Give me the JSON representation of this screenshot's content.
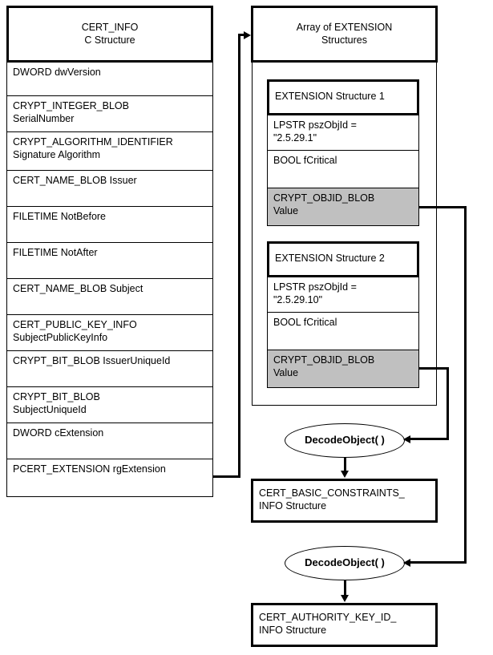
{
  "diagram": {
    "title": "CERT_INFO structure and EXTENSION array decoding",
    "colors": {
      "shaded_field": "#c0c0c0",
      "stroke": "#000000",
      "background": "#ffffff"
    }
  },
  "cert_info": {
    "header": "CERT_INFO\nC Structure",
    "fields": [
      {
        "label": "DWORD dwVersion"
      },
      {
        "label": "CRYPT_INTEGER_BLOB\nSerialNumber"
      },
      {
        "label": "CRYPT_ALGORITHM_IDENTIFIER\nSignature Algorithm"
      },
      {
        "label": "CERT_NAME_BLOB Issuer"
      },
      {
        "label": "FILETIME NotBefore"
      },
      {
        "label": "FILETIME NotAfter"
      },
      {
        "label": "CERT_NAME_BLOB Subject"
      },
      {
        "label": "CERT_PUBLIC_KEY_INFO\nSubjectPublicKeyInfo"
      },
      {
        "label": "CRYPT_BIT_BLOB IssuerUniqueId"
      },
      {
        "label": "CRYPT_BIT_BLOB\nSubjectUniqueId"
      },
      {
        "label": "DWORD cExtension"
      },
      {
        "label": "PCERT_EXTENSION rgExtension"
      }
    ]
  },
  "extension_array": {
    "header": "Array of EXTENSION\nStructures",
    "structures": [
      {
        "header": "EXTENSION Structure 1",
        "fields": [
          {
            "label": "LPSTR  pszObjId =\n\"2.5.29.1\"",
            "shaded": false
          },
          {
            "label": "BOOL  fCritical",
            "shaded": false
          },
          {
            "label": "CRYPT_OBJID_BLOB\nValue",
            "shaded": true
          }
        ]
      },
      {
        "header": "EXTENSION Structure 2",
        "fields": [
          {
            "label": "LPSTR  pszObjId =\n\"2.5.29.10\"",
            "shaded": false
          },
          {
            "label": "BOOL  fCritical",
            "shaded": false
          },
          {
            "label": "CRYPT_OBJID_BLOB\nValue",
            "shaded": true
          }
        ]
      }
    ]
  },
  "decoders": [
    {
      "label": "DecodeObject( )"
    },
    {
      "label": "DecodeObject( )"
    }
  ],
  "results": [
    {
      "label": "CERT_BASIC_CONSTRAINTS_\nINFO Structure"
    },
    {
      "label": "CERT_AUTHORITY_KEY_ID_\nINFO Structure"
    }
  ]
}
